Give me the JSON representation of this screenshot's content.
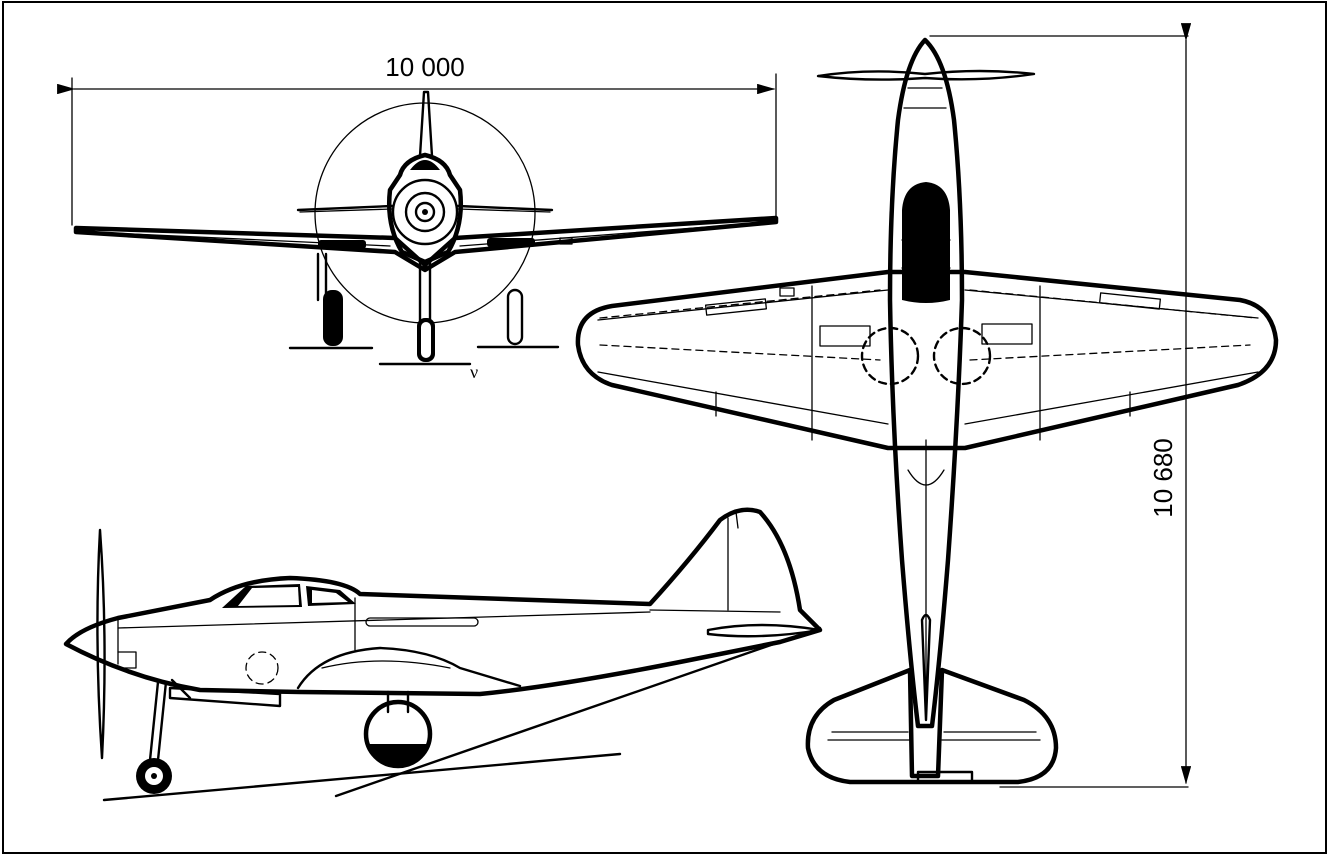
{
  "dimensions": {
    "span_label": "10 000",
    "length_label": "10 680"
  },
  "marks": {
    "ground_mark": "ν"
  },
  "colors": {
    "ink": "#000000",
    "paper": "#ffffff"
  }
}
